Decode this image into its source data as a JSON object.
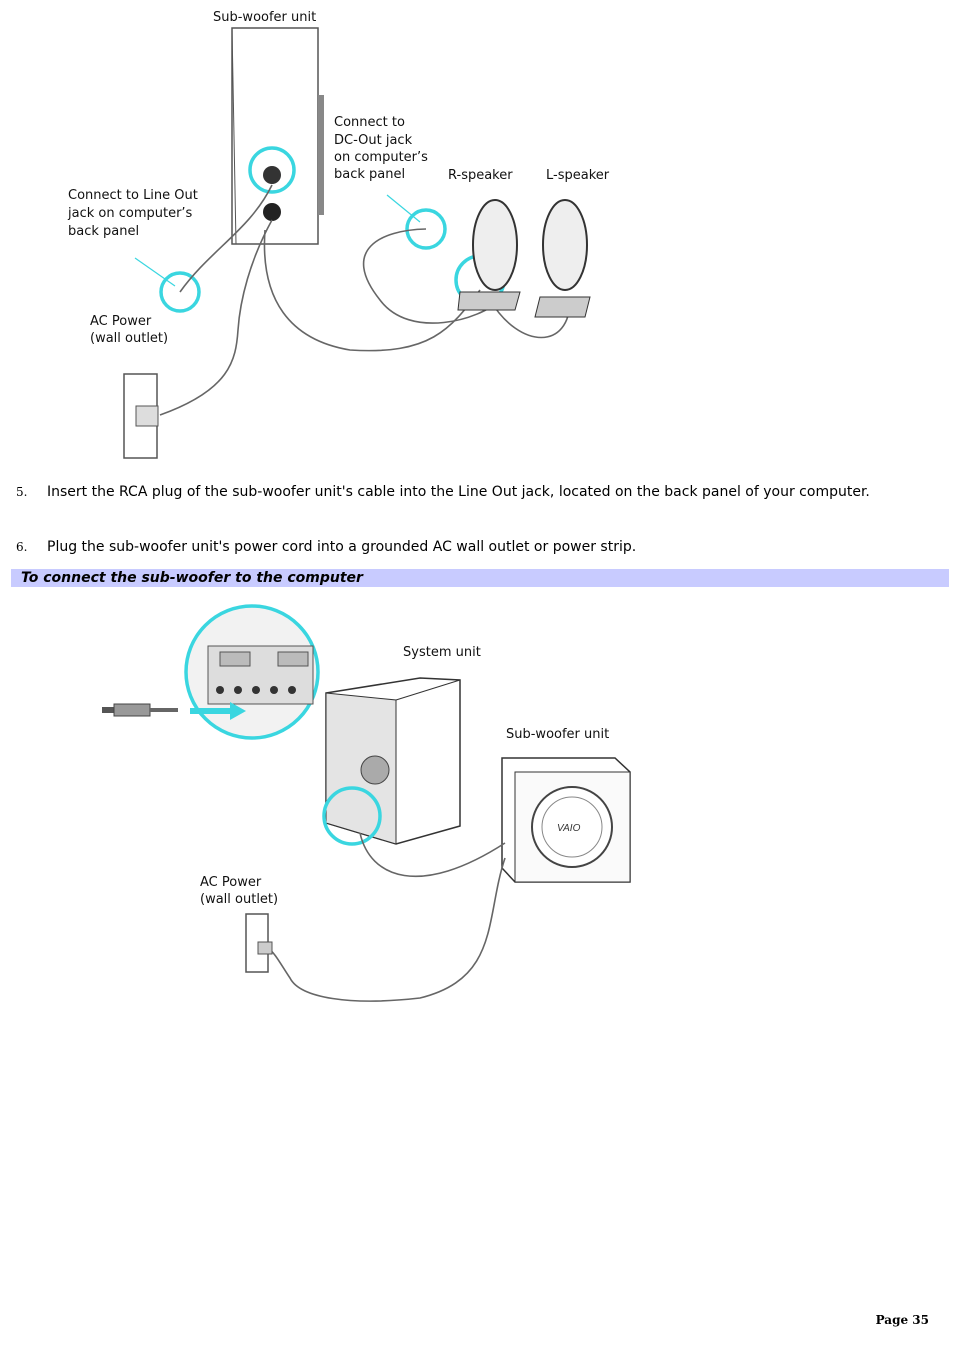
{
  "figure1": {
    "labels": {
      "subwoofer_unit": "Sub-woofer unit",
      "dc_out_1": "Connect to",
      "dc_out_2": "DC-Out jack",
      "dc_out_3": "on computer’s",
      "dc_out_4": "back panel",
      "r_speaker": "R-speaker",
      "l_speaker": "L-speaker",
      "line_out_1": "Connect to Line Out",
      "line_out_2": "jack on computer’s",
      "line_out_3": "back panel",
      "ac_power_1": "AC Power",
      "ac_power_2": "(wall outlet)"
    }
  },
  "steps": [
    {
      "number": "5.",
      "text": "Insert the RCA plug of the sub-woofer unit's cable into the Line Out jack, located on the back panel of your computer."
    },
    {
      "number": "6.",
      "text": "Plug the sub-woofer unit's power cord into a grounded AC wall outlet or power strip."
    }
  ],
  "section_heading": "To connect the sub-woofer to the computer",
  "figure2": {
    "labels": {
      "system_unit": "System unit",
      "subwoofer_unit": "Sub-woofer unit",
      "ac_power_1": "AC Power",
      "ac_power_2": "(wall outlet)",
      "brand": "VAIO"
    }
  },
  "page_number": "Page 35",
  "colors": {
    "highlight": "#3ad6e0",
    "heading_bg": "#c8cbff"
  }
}
